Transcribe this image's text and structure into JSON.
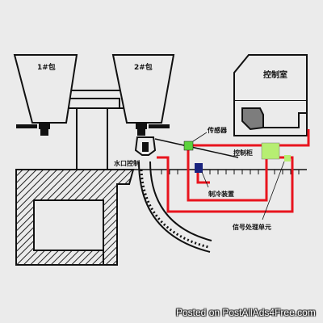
{
  "diagram": {
    "labels": {
      "ladle_1": "1#包",
      "ladle_2": "2#包",
      "control_room": "控制室",
      "sensor": "传感器",
      "control_cabinet": "控制柜",
      "nozzle_control": "水口控制",
      "cooling_device": "制冷装置",
      "signal_unit": "信号处理单元"
    },
    "colors": {
      "background": "#ebebeb",
      "line": "#111111",
      "signal_wire": "#e8141e",
      "sensor_green": "#5cd23c",
      "cabinet_green": "#b6ee72",
      "cooling_blue": "#1a237e",
      "hatch": "#222222"
    }
  },
  "watermark": {
    "text": "Posted on PostAllAds4Free.com"
  }
}
